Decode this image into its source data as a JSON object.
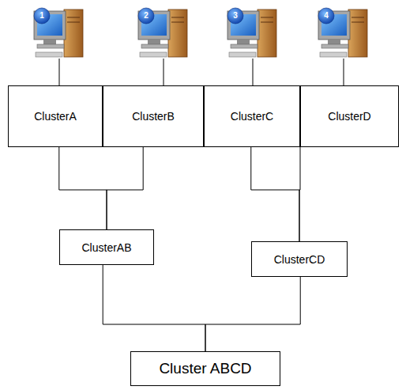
{
  "diagram": {
    "nodes": [
      {
        "text": [
          "ClusterA"
        ]
      },
      {
        "text": [
          "ClusterB"
        ]
      },
      {
        "text": [
          "ClusterC"
        ]
      },
      {
        "text": [
          "ClusterD"
        ]
      },
      {
        "text": [
          "ClusterAB"
        ]
      },
      {
        "text": [
          "ClusterCD"
        ]
      },
      {
        "text": [
          "Cluster ABCD"
        ]
      }
    ],
    "edges": [
      {
        "from": 0,
        "to": 4,
        "arrow": "none"
      },
      {
        "from": 1,
        "to": 4,
        "arrow": "none"
      },
      {
        "from": 2,
        "to": 5,
        "arrow": "none"
      },
      {
        "from": 3,
        "to": 5,
        "arrow": "none"
      },
      {
        "from": 4,
        "to": 6,
        "arrow": "none"
      },
      {
        "from": 5,
        "to": 6,
        "arrow": "none"
      }
    ],
    "labels": [
      "1",
      "2",
      "3",
      "4"
    ]
  }
}
